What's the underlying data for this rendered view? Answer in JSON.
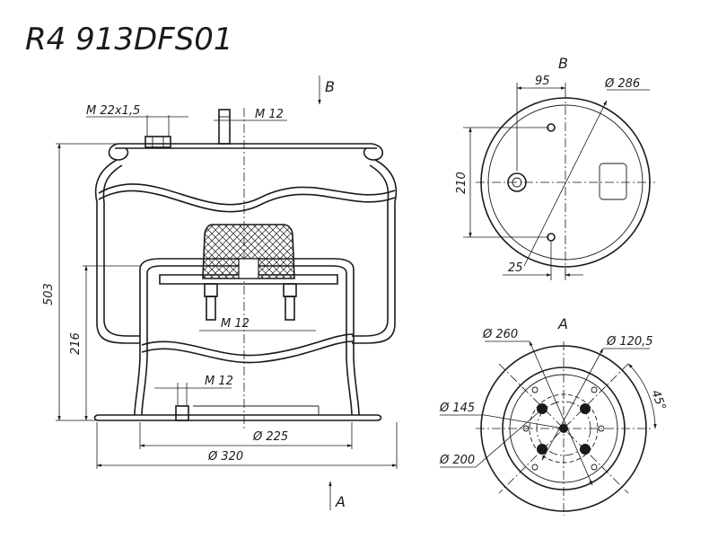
{
  "title": "R4 913DFS01",
  "views": {
    "top": "B",
    "bottom": "A"
  },
  "labels": {
    "m22": "M 22x1,5",
    "m12_top": "M 12",
    "m12_mid": "M 12",
    "m12_low": "M 12",
    "h503": "503",
    "h216": "216",
    "d225": "Ø 225",
    "d320": "Ø 320",
    "b_95": "95",
    "b_d286": "Ø 286",
    "b_210": "210",
    "b_25": "25",
    "a_d260": "Ø 260",
    "a_d120": "Ø 120,5",
    "a_d145": "Ø 145",
    "a_d200": "Ø 200",
    "a_45": "45°"
  },
  "colors": {
    "line": "#1a1a1a",
    "background": "#ffffff",
    "hatch": "#1a1a1a"
  }
}
